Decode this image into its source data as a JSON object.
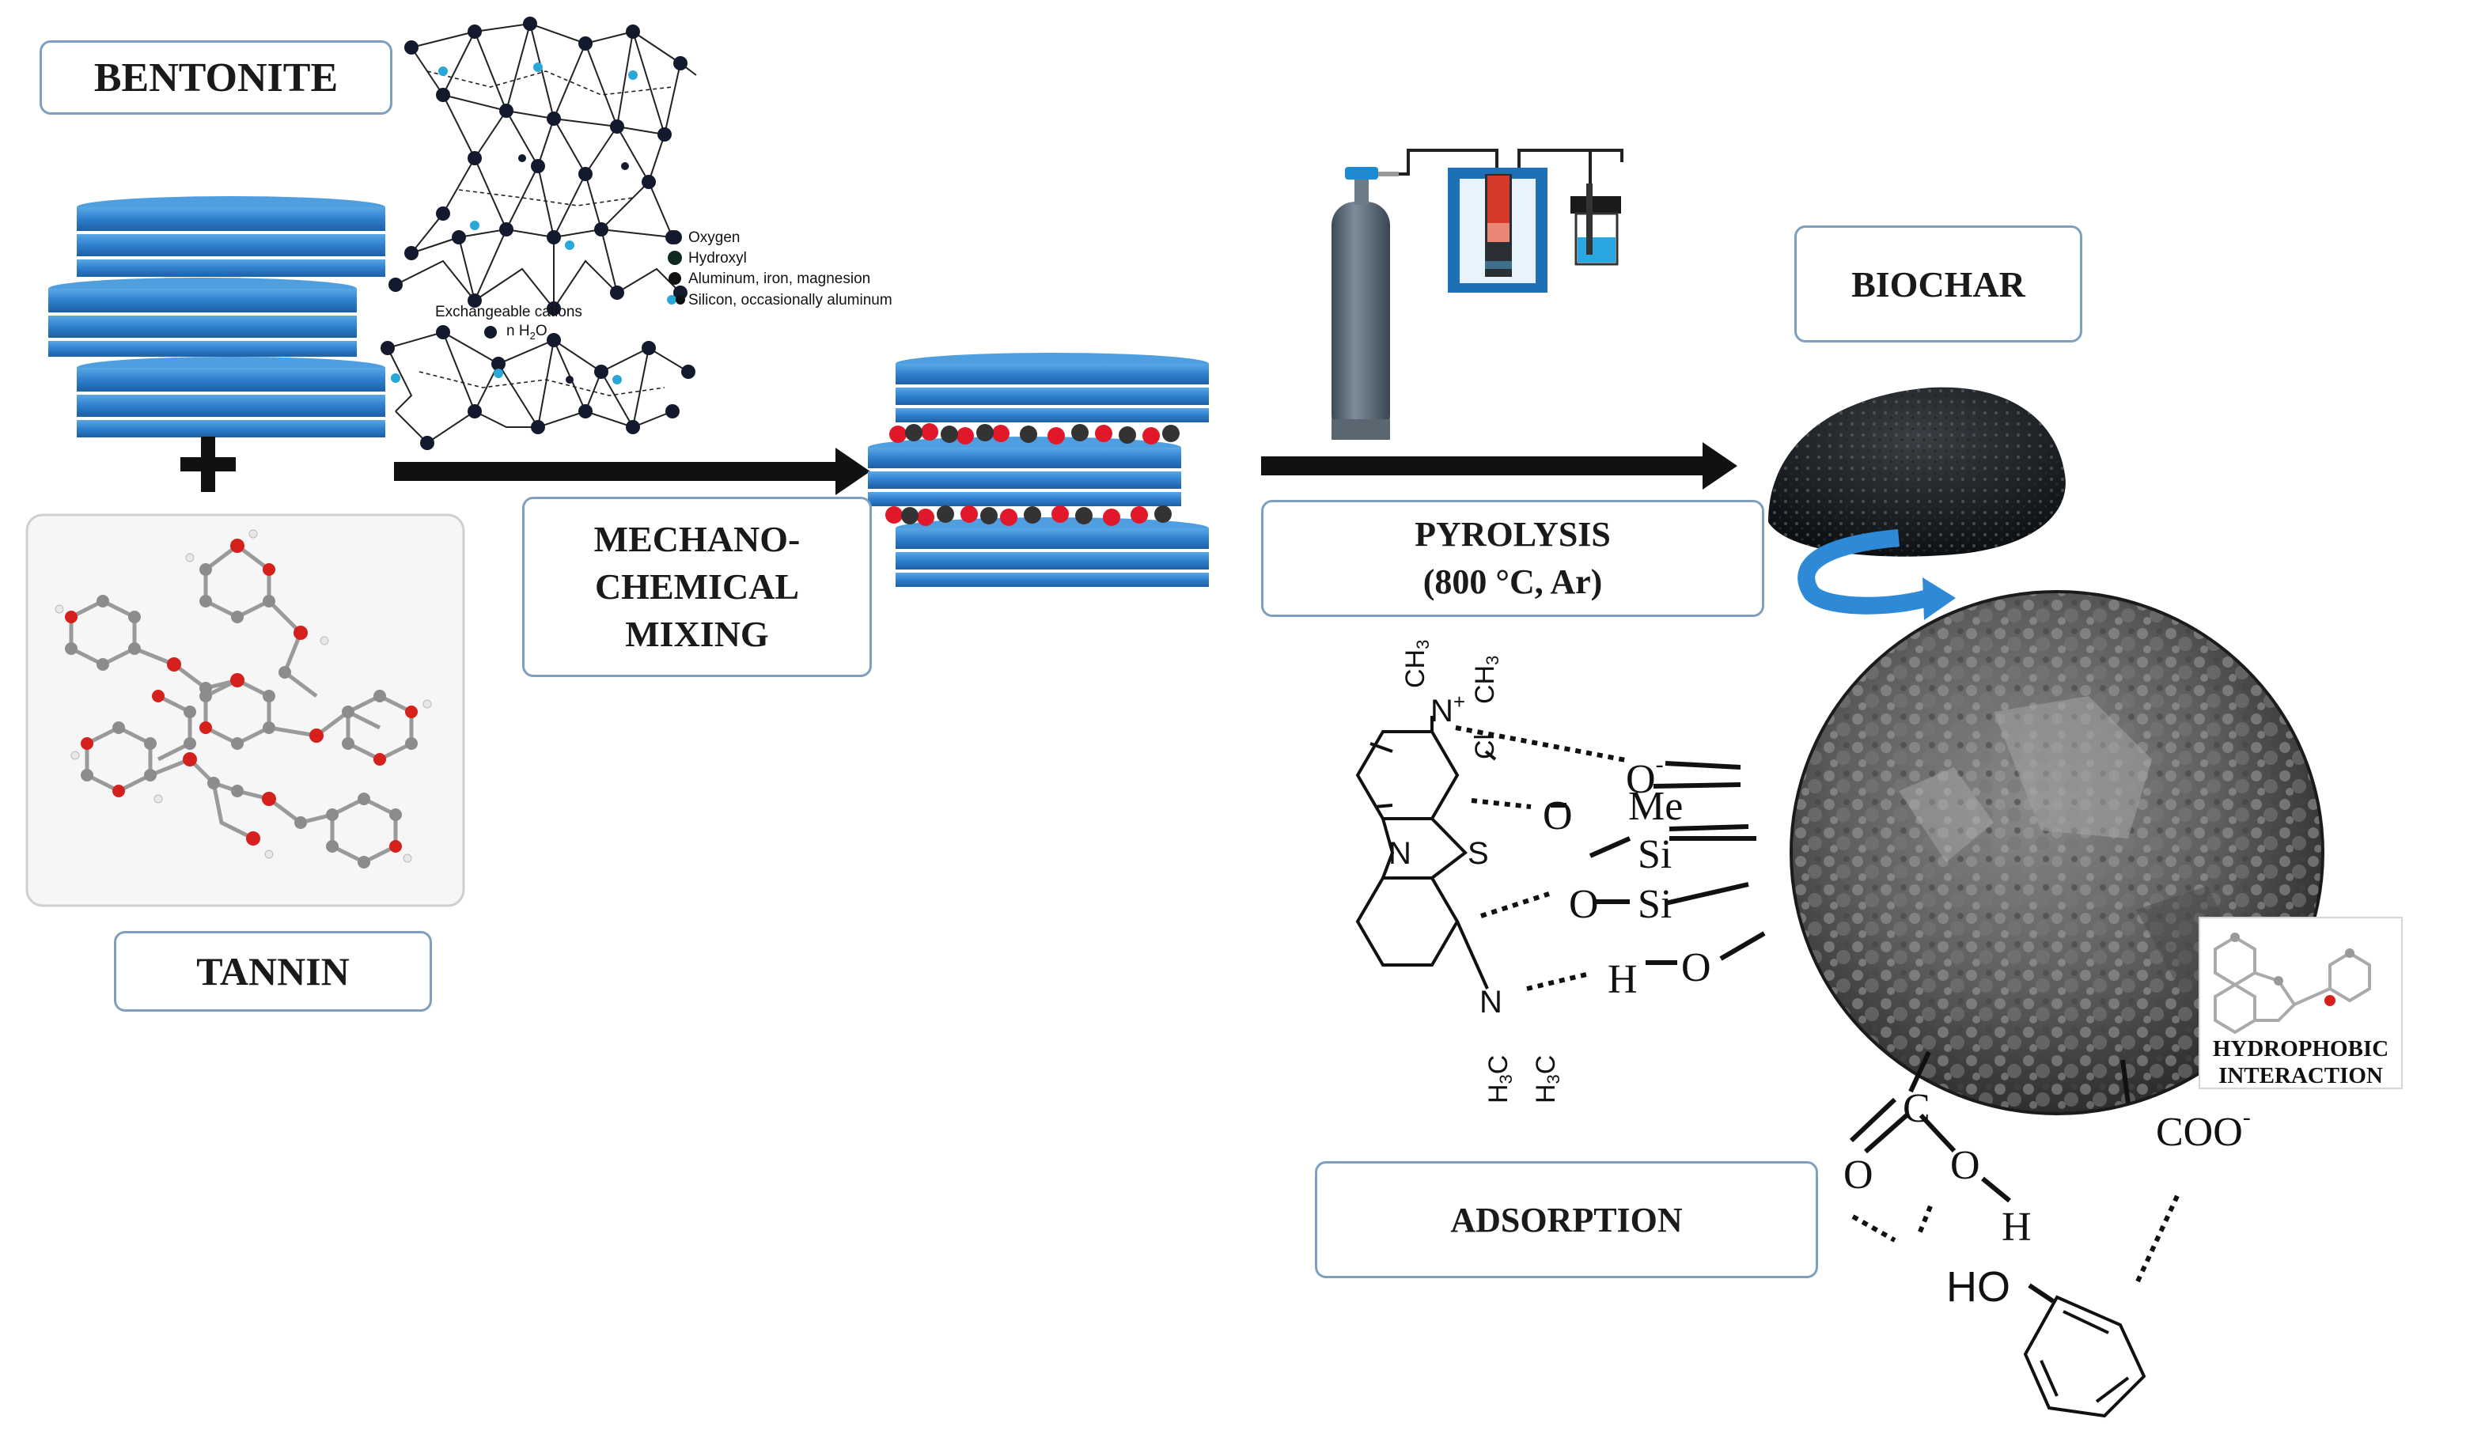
{
  "labels": {
    "bentonite": "BENTONITE",
    "tannin": "TANNIN",
    "mixing": [
      "MECHANO-",
      "CHEMICAL",
      "MIXING"
    ],
    "pyrolysis": [
      "PYROLYSIS",
      "(800 °C, Ar)"
    ],
    "biochar": "BIOCHAR",
    "adsorption": "ADSORPTION",
    "hydrophobic": [
      "HYDROPHOBIC",
      "INTERACTION"
    ]
  },
  "legend": {
    "oxygen": "Oxygen",
    "hydroxyl": "Hydroxyl",
    "metals": "Aluminum, iron, magnesion",
    "silicon": "Silicon, occasionally aluminum",
    "exchangeable": "Exchangeable cations",
    "water_n": "n H",
    "water_sub": "2",
    "water_o": "O"
  },
  "chem": {
    "o_minus": "O",
    "minus": "-",
    "o": "O",
    "me": "Me",
    "si": "Si",
    "h": "H",
    "c": "C",
    "coo": "COO",
    "ho": "HO",
    "n": "N",
    "s": "S",
    "cl": "Cl",
    "ch3": "CH",
    "three": "3",
    "h3c": "H",
    "plus": "+"
  },
  "colors": {
    "layer_blue": "#2f7fce",
    "layer_dark": "#1e5fa6",
    "box_border": "#7f9fbf",
    "oxygen_dot": "#e0182a",
    "carbon_dot": "#333333",
    "silicon_dot": "#29a8d6"
  }
}
